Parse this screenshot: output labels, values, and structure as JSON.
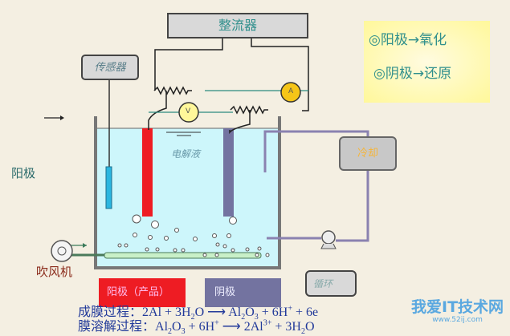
{
  "rectifier": "整流器",
  "sensor": "传感器",
  "notes": [
    "◎阳极→氧化",
    "◎阴极→还原"
  ],
  "electrolyte": "电解液",
  "cooling": "冷却",
  "circulation": "循环",
  "left_label": "阳极",
  "blower": "吹风机",
  "anode_legend": "阳极（产品）",
  "cathode_legend": "阴极",
  "voltmeter": "V",
  "ammeter": "A",
  "equations": [
    {
      "label": "成膜过程：",
      "html": "2Al + 3H<sub>2</sub>O ⟶ Al<sub>2</sub>O<sub>3</sub> + 6H<sup>+</sup> + 6e"
    },
    {
      "label": "膜溶解过程：",
      "html": "Al<sub>2</sub>O<sub>3</sub> + 6H<sup>+</sup> ⟶ 2Al<sup>3+</sup> + 3H<sub>2</sub>O"
    }
  ],
  "watermark": "我爱IT技术网",
  "watermark_url": "www.52ij.com",
  "colors": {
    "anode": "#ee1c23",
    "cathode": "#7373a0",
    "electrolyte": "#cdf6fb",
    "sensor_probe": "#2bb6e0"
  }
}
